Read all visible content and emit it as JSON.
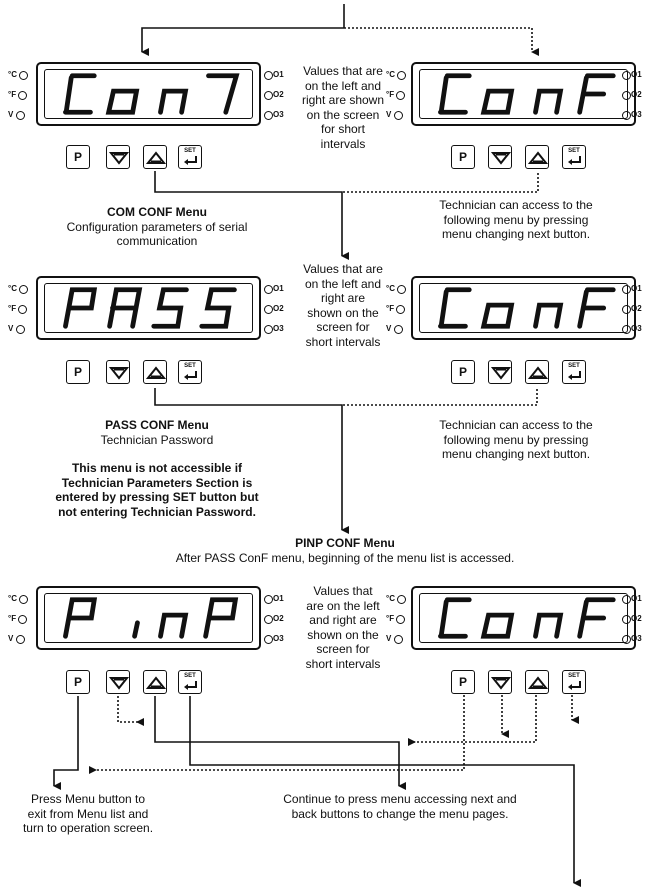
{
  "panels": [
    {
      "digits": "Con7",
      "display": "Con7"
    },
    {
      "digits": "ConF",
      "display": "ConF"
    },
    {
      "digits": "PASS",
      "display": "PASS"
    },
    {
      "digits": "ConF",
      "display": "ConF"
    },
    {
      "digits": "PinP",
      "display": "PinP"
    },
    {
      "digits": "ConF",
      "display": "ConF"
    }
  ],
  "indicators": {
    "left": [
      "°C",
      "°F",
      "V"
    ],
    "right": [
      "O1",
      "O2",
      "O3"
    ]
  },
  "keys": {
    "p": "P",
    "set": "SET"
  },
  "middle_note_1": [
    "Values that are",
    "on the left and",
    "right are shown",
    "on the screen",
    "for short",
    "intervals"
  ],
  "middle_note_2": [
    "Values that are",
    "on the left and",
    "right are",
    "shown on the",
    "screen for",
    "short intervals"
  ],
  "middle_note_3": [
    "Values that",
    "are on the left",
    "and right are",
    "shown on the",
    "screen for",
    "short intervals"
  ],
  "com_menu": {
    "title": "COM CONF Menu",
    "lines": [
      "Configuration parameters of serial",
      "communication"
    ]
  },
  "tech_note_1": [
    "Technician can access to the",
    "following menu by pressing",
    "menu changing next button."
  ],
  "pass_menu": {
    "title": "PASS CONF Menu",
    "lines": [
      "Technician Password"
    ]
  },
  "tech_note_2": [
    "Technician can access to the",
    "following menu by pressing",
    "menu changing next button."
  ],
  "warning": [
    "This menu is not accessible if",
    "Technician Parameters Section is",
    "entered by pressing SET button but",
    "not entering Technician Password."
  ],
  "pinp_menu": {
    "title": "PINP CONF Menu",
    "lines": [
      "After PASS ConF menu, beginning of the menu list is accessed."
    ]
  },
  "exit_note": [
    "Press Menu button to",
    "exit from Menu list and",
    "turn to operation screen."
  ],
  "continue_note": [
    "Continue to press menu accessing next and",
    "back buttons to change the menu pages."
  ]
}
